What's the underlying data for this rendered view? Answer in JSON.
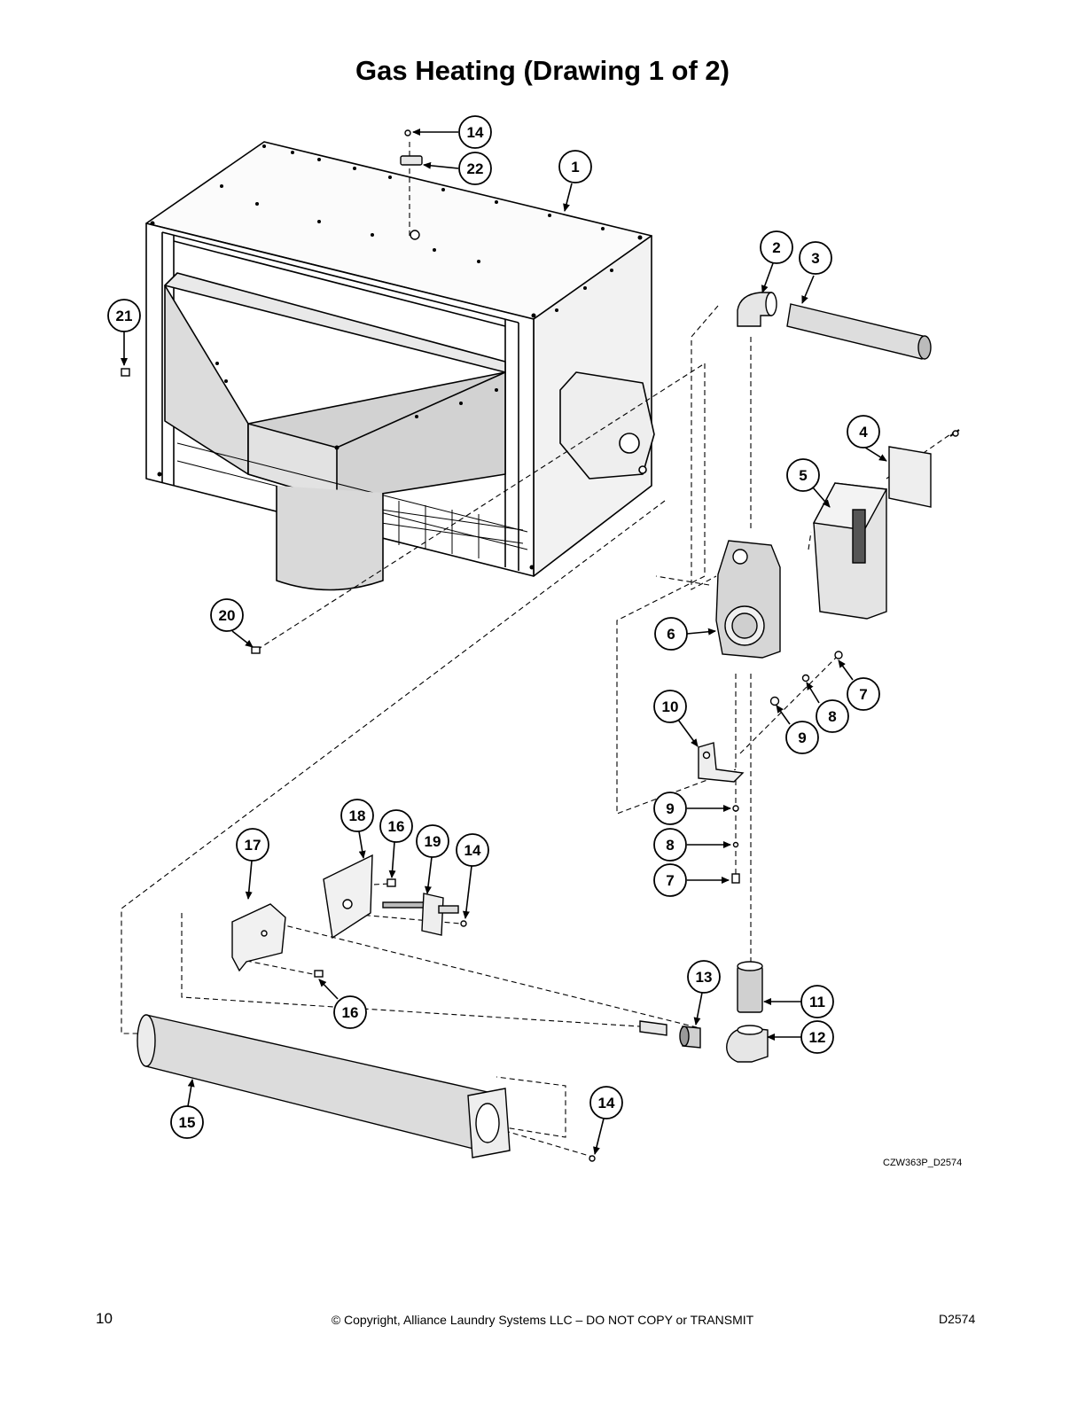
{
  "title": "Gas Heating (Drawing 1 of 2)",
  "drawing_code": "CZW363P_D2574",
  "footer": {
    "page_number": "10",
    "copyright": "© Copyright, Alliance Laundry Systems LLC – DO NOT COPY or TRANSMIT",
    "doc_code": "D2574"
  },
  "callouts": [
    {
      "label": "14"
    },
    {
      "label": "22"
    },
    {
      "label": "1"
    },
    {
      "label": "2"
    },
    {
      "label": "3"
    },
    {
      "label": "21"
    },
    {
      "label": "4"
    },
    {
      "label": "5"
    },
    {
      "label": "6"
    },
    {
      "label": "20"
    },
    {
      "label": "7"
    },
    {
      "label": "8"
    },
    {
      "label": "9"
    },
    {
      "label": "10"
    },
    {
      "label": "9"
    },
    {
      "label": "8"
    },
    {
      "label": "7"
    },
    {
      "label": "18"
    },
    {
      "label": "16"
    },
    {
      "label": "19"
    },
    {
      "label": "14"
    },
    {
      "label": "17"
    },
    {
      "label": "13"
    },
    {
      "label": "11"
    },
    {
      "label": "12"
    },
    {
      "label": "16"
    },
    {
      "label": "14"
    },
    {
      "label": "15"
    }
  ]
}
